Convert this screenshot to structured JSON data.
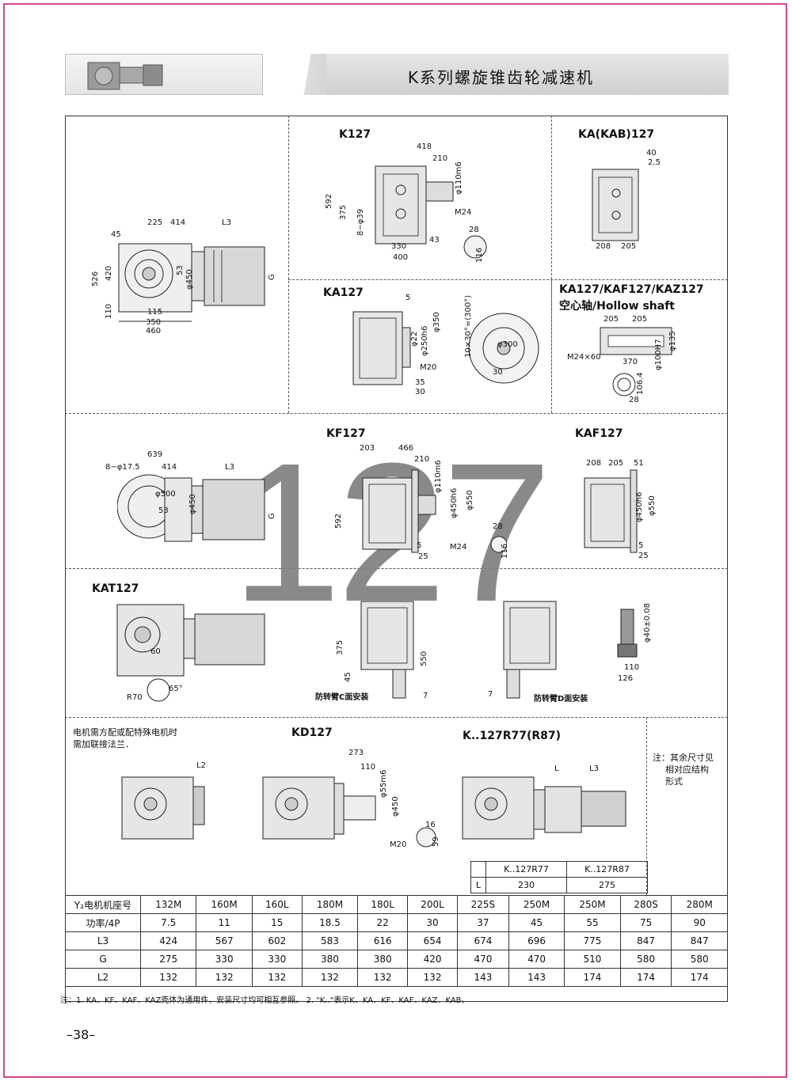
{
  "header": {
    "title": "K系列螺旋锥齿轮减速机"
  },
  "watermark": "127",
  "models": {
    "k127": "K127",
    "ka_kab127": "KA(KAB)127",
    "ka127": "KA127",
    "hollow": "KA127/KAF127/KAZ127",
    "hollow_sub": "空心轴/Hollow shaft",
    "kf127": "KF127",
    "kaf127": "KAF127",
    "kat127": "KAT127",
    "kd127": "KD127",
    "k127r77": "K..127R77(R87)"
  },
  "dims": {
    "main": [
      "45",
      "225",
      "414",
      "L3",
      "526",
      "420",
      "110",
      "φ450",
      "53",
      "G",
      "115",
      "350",
      "460"
    ],
    "k127": [
      "418",
      "210",
      "φ110m6",
      "592",
      "375",
      "8−φ39",
      "M24",
      "43",
      "330",
      "400",
      "28",
      "116"
    ],
    "kab127": [
      "40",
      "2.5",
      "208",
      "205"
    ],
    "ka127": [
      "5",
      "φ22",
      "φ250h6",
      "φ350",
      "M20",
      "35",
      "30",
      "10×30°=(300°)",
      "φ300",
      "30"
    ],
    "hollow": [
      "205",
      "205",
      "φ135",
      "φ100H7",
      "M24×60",
      "370",
      "106.4",
      "28"
    ],
    "kf_main": [
      "639",
      "8−φ17.5",
      "414",
      "L3",
      "φ500",
      "φ450",
      "53",
      "G"
    ],
    "kf127": [
      "203",
      "466",
      "210",
      "φ110m6",
      "φ450h6",
      "φ550",
      "592",
      "5",
      "M24",
      "25",
      "28",
      "116"
    ],
    "kaf127": [
      "208",
      "205",
      "51",
      "φ450h6",
      "φ550",
      "5",
      "25"
    ],
    "kat": [
      "60",
      "R70",
      "65°",
      "375",
      "45",
      "550",
      "7",
      "7",
      "φ40±0.08",
      "110",
      "126"
    ],
    "kd": [
      "L2",
      "273",
      "110",
      "φ55m6",
      "φ450",
      "M20",
      "16",
      "59"
    ],
    "r77": [
      "L",
      "L3"
    ]
  },
  "labels": {
    "mount_c": "防转臂C面安装",
    "mount_d": "防转臂D面安装",
    "motor_note_1": "电机需方配或配特殊电机时",
    "motor_note_2": "需加联接法兰．",
    "side_note_1": "注：其余尺寸见",
    "side_note_2": "相对应结构",
    "side_note_3": "形式"
  },
  "small_table": {
    "headers": [
      "K..127R77",
      "K..127R87"
    ],
    "row_label": "L",
    "values": [
      "230",
      "275"
    ]
  },
  "main_table": {
    "rows": [
      [
        "Y₂电机机座号",
        "132M",
        "160M",
        "160L",
        "180M",
        "180L",
        "200L",
        "225S",
        "250M",
        "250M",
        "280S",
        "280M"
      ],
      [
        "功率/4P",
        "7.5",
        "11",
        "15",
        "18.5",
        "22",
        "30",
        "37",
        "45",
        "55",
        "75",
        "90"
      ],
      [
        "L3",
        "424",
        "567",
        "602",
        "583",
        "616",
        "654",
        "674",
        "696",
        "775",
        "847",
        "847"
      ],
      [
        "G",
        "275",
        "330",
        "330",
        "380",
        "380",
        "420",
        "470",
        "470",
        "510",
        "580",
        "580"
      ],
      [
        "L2",
        "132",
        "132",
        "132",
        "132",
        "132",
        "132",
        "143",
        "143",
        "174",
        "174",
        "174"
      ]
    ]
  },
  "footnote": "注：1. KA、KF、KAF、KAZ壳体为通用件，安装尺寸均可相互参照。   2. \"K..\"表示K、KA、KF、KAF、KAZ、KAB。",
  "page_number": "–38–",
  "colors": {
    "frame": "#d4468a",
    "watermark": "#7f7f7f",
    "header_band": "#d8d8d8"
  }
}
